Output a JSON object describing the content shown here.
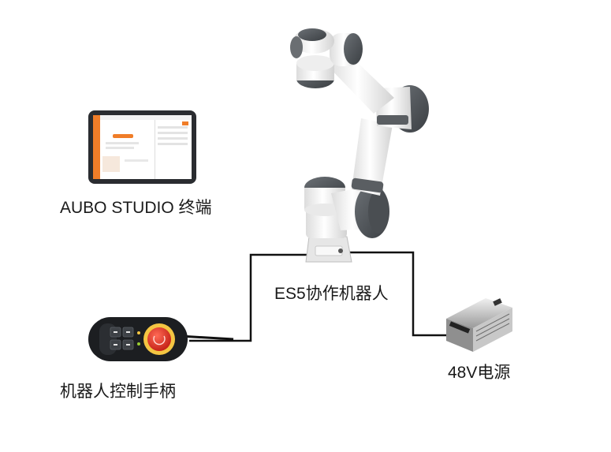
{
  "labels": {
    "terminal": "AUBO STUDIO 终端",
    "robot": "ES5协作机器人",
    "power": "48V电源",
    "pendant": "机器人控制手柄"
  },
  "colors": {
    "cable": "#111111",
    "accent": "#f07d28",
    "robot_white": "#f4f4f4",
    "robot_gray": "#555a5e",
    "estop_red": "#e0322a",
    "estop_yellow": "#f4c542"
  },
  "icons": {
    "tablet": "tablet-icon",
    "robot": "robot-arm-icon",
    "power": "power-supply-icon",
    "pendant": "pendant-icon"
  }
}
